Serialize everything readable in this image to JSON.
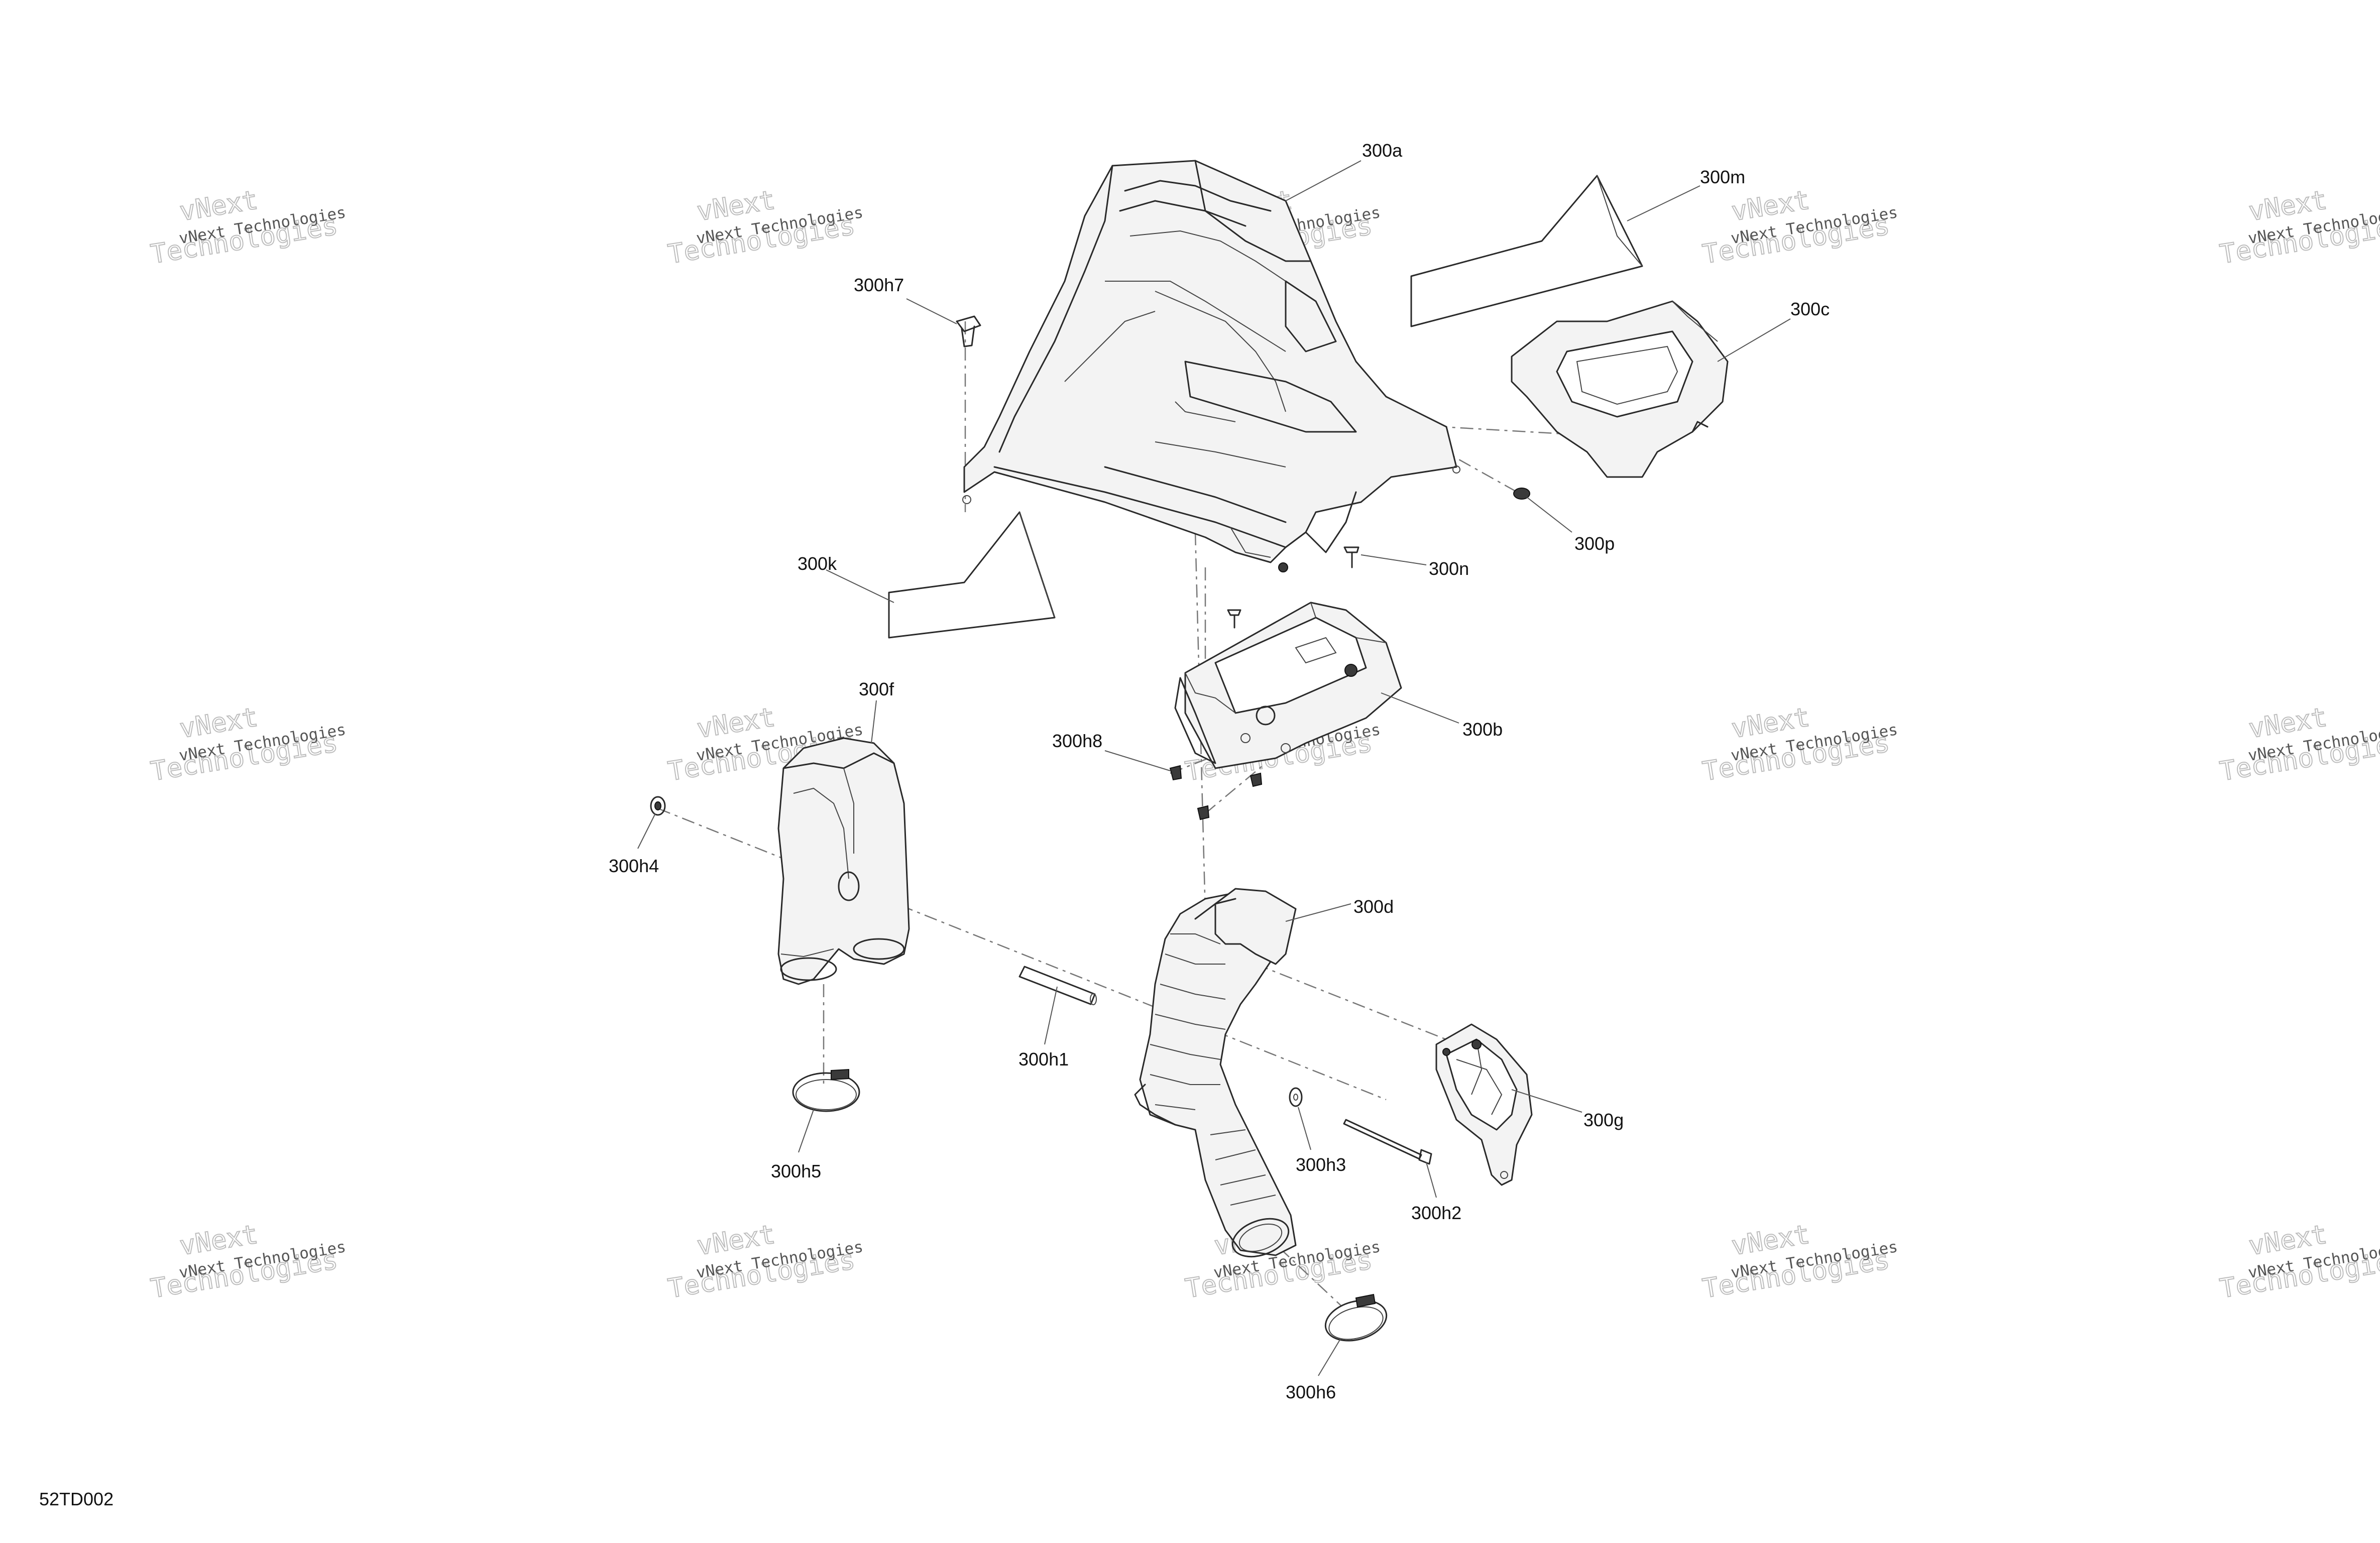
{
  "drawing_id": "52TD002",
  "watermark": {
    "line1": "vNext Technologies",
    "line2": "vNext",
    "line3": "Technologies"
  },
  "callouts": [
    {
      "id": "300a",
      "label": "300a"
    },
    {
      "id": "300m",
      "label": "300m"
    },
    {
      "id": "300h7",
      "label": "300h7"
    },
    {
      "id": "300c",
      "label": "300c"
    },
    {
      "id": "300p",
      "label": "300p"
    },
    {
      "id": "300n",
      "label": "300n"
    },
    {
      "id": "300k",
      "label": "300k"
    },
    {
      "id": "300f",
      "label": "300f"
    },
    {
      "id": "300b",
      "label": "300b"
    },
    {
      "id": "300h8",
      "label": "300h8"
    },
    {
      "id": "300h4",
      "label": "300h4"
    },
    {
      "id": "300d",
      "label": "300d"
    },
    {
      "id": "300h1",
      "label": "300h1"
    },
    {
      "id": "300g",
      "label": "300g"
    },
    {
      "id": "300h5",
      "label": "300h5"
    },
    {
      "id": "300h3",
      "label": "300h3"
    },
    {
      "id": "300h2",
      "label": "300h2"
    },
    {
      "id": "300h6",
      "label": "300h6"
    }
  ]
}
